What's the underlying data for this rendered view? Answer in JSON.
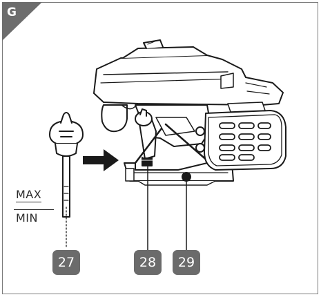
{
  "figure": {
    "letter": "G",
    "accent_color": "#6d6d6d",
    "callout_color": "#6b6b6b"
  },
  "dipstick": {
    "max_label": "MAX",
    "min_label": "MIN"
  },
  "callouts": [
    {
      "number": "27"
    },
    {
      "number": "28"
    },
    {
      "number": "29"
    }
  ]
}
